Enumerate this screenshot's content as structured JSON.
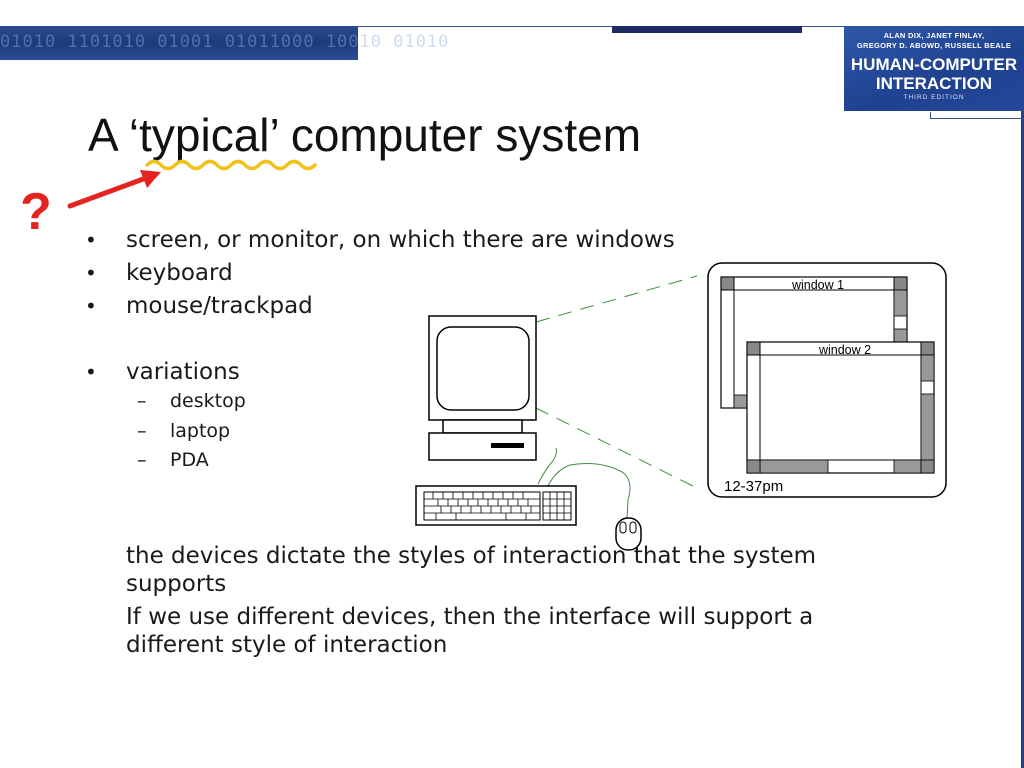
{
  "slide": {
    "title": "A ‘typical’ computer system",
    "question_mark": "?",
    "bullets": [
      "screen, or monitor, on which there are windows",
      "keyboard",
      "mouse/trackpad",
      "variations"
    ],
    "bullet_symbol": "•",
    "sub_bullets": [
      "desktop",
      "laptop",
      "PDA"
    ],
    "sub_bullet_symbol": "–",
    "paragraphs": [
      "the devices dictate the styles of interaction that the system supports",
      "If we use different devices, then the interface will support a different style of interaction"
    ]
  },
  "diagram": {
    "window1_label": "window 1",
    "window2_label": "window 2",
    "clock_text": "12-37pm"
  },
  "branding": {
    "authors_line1": "ALAN DIX, JANET FINLAY,",
    "authors_line2": "GREGORY D. ABOWD, RUSSELL BEALE",
    "book_title_line1": "HUMAN-COMPUTER",
    "book_title_line2": "INTERACTION",
    "edition": "THIRD EDITION",
    "banner_pattern": "01010 1101010 01001 01011000 10010 01010"
  },
  "colors": {
    "accent_red": "#e52421",
    "squiggle_yellow": "#f2c21b",
    "brand_blue": "#1f4190",
    "cable_green": "#3f8f3f"
  }
}
